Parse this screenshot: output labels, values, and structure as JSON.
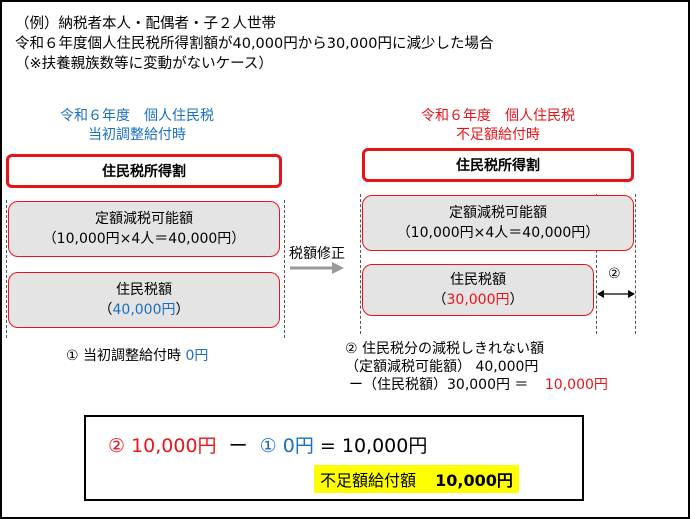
{
  "intro": {
    "line1": "（例）納税者本人・配偶者・子２人世帯",
    "line2": "令和６年度個人住民税所得割額が40,000円から30,000円に減少した場合",
    "line3": "（※扶養親族数等に変動がないケース）"
  },
  "left": {
    "heading1": "令和６年度　個人住民税",
    "heading2": "当初調整給付時",
    "income_box": "住民税所得割",
    "reduction_label": "定額減税可能額",
    "reduction_calc": "（10,000円×4人＝40,000円）",
    "tax_label": "住民税額",
    "tax_value_prefix": "（",
    "tax_value": "40,000円",
    "tax_value_suffix": "）",
    "note_marker": "①",
    "note_text": "当初調整給付時",
    "note_value": "0円"
  },
  "arrow": {
    "label": "税額修正"
  },
  "right": {
    "heading1": "令和６年度　個人住民税",
    "heading2": "不足額給付時",
    "income_box": "住民税所得割",
    "reduction_label": "定額減税可能額",
    "reduction_calc": "（10,000円×4人＝40,000円）",
    "tax_label": "住民税額",
    "tax_value_prefix": "（",
    "tax_value": "30,000円",
    "tax_value_suffix": "）",
    "gap_marker": "②",
    "note_line1": "②  住民税分の減税しきれない額",
    "note_line2": "（定額減税可能額）  40,000円",
    "note_line3_text": "ー（住民税額）30,000円  ＝",
    "note_line3_value": "10,000円"
  },
  "result": {
    "part1": "② 10,000円",
    "minus": "ー",
    "part2": "① 0円",
    "equals": "= 10,000円",
    "label": "不足額給付額",
    "amount": "10,000円"
  },
  "colors": {
    "accent_red": "#e8141a",
    "accent_blue": "#1a6fc0",
    "highlight": "#ffff00",
    "pill_fill": "#e4e4e4"
  }
}
